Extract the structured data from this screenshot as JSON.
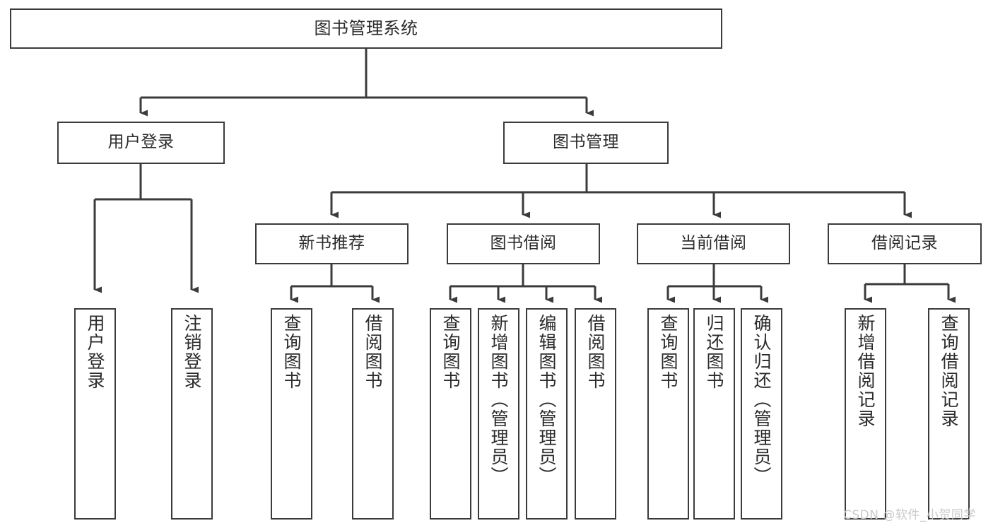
{
  "diagram": {
    "title": "图书管理系统",
    "type": "tree",
    "stroke_color": "#3b3b3b",
    "background_color": "#ffffff",
    "text_color": "#2b2b2b"
  },
  "nodes": {
    "root": {
      "label": "图书管理系统"
    },
    "level2": [
      {
        "label": "用户登录"
      },
      {
        "label": "图书管理"
      }
    ],
    "level3": [
      {
        "label": "新书推荐"
      },
      {
        "label": "图书借阅"
      },
      {
        "label": "当前借阅"
      },
      {
        "label": "借阅记录"
      }
    ],
    "leaves": {
      "user_login": [
        {
          "label": "用户登录"
        },
        {
          "label": "注销登录"
        }
      ],
      "new_book_recommend": [
        {
          "label": "查询图书"
        },
        {
          "label": "借阅图书"
        }
      ],
      "book_borrow": [
        {
          "label": "查询图书"
        },
        {
          "label": "新增图书（管理员）"
        },
        {
          "label": "编辑图书（管理员）"
        },
        {
          "label": "借阅图书"
        }
      ],
      "current_borrow": [
        {
          "label": "查询图书"
        },
        {
          "label": "归还图书"
        },
        {
          "label": "确认归还（管理员）"
        }
      ],
      "borrow_record": [
        {
          "label": "新增借阅记录"
        },
        {
          "label": "查询借阅记录"
        }
      ]
    }
  },
  "watermark": {
    "text": "CSDN @软件_小贺同学",
    "color": "#c9c9c9"
  }
}
